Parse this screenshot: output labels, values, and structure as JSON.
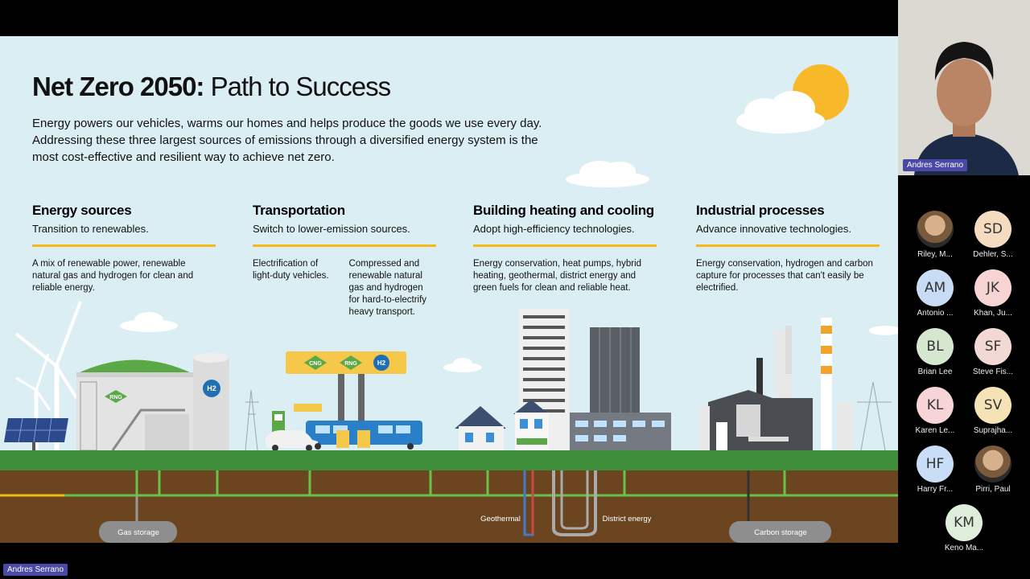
{
  "slide": {
    "title_bold": "Net Zero 2050:",
    "title_rest": " Path to Success",
    "intro": "Energy powers our vehicles, warms our homes and helps produce the goods we use every day. Addressing these three largest sources of emissions through a diversified energy system is the most cost-effective and resilient way to achieve net zero.",
    "columns": [
      {
        "title": "Energy sources",
        "subtitle": "Transition to renewables.",
        "body": "A mix of renewable power, renewable natural gas and hydrogen for clean and reliable energy."
      },
      {
        "title": "Transportation",
        "subtitle": "Switch to lower-emission sources.",
        "body": "Electrification of light-duty vehicles.",
        "body2": "Compressed and renewable natural gas and hydrogen for hard-to-electrify heavy transport."
      },
      {
        "title": "Building heating and cooling",
        "subtitle": "Adopt high-efficiency technologies.",
        "body": "Energy conservation, heat pumps, hybrid heating, geothermal, district energy and green fuels for clean and reliable heat."
      },
      {
        "title": "Industrial processes",
        "subtitle": "Advance innovative technologies.",
        "body": "Energy conservation, hydrogen and carbon capture for processes that can't easily be electrified."
      }
    ],
    "labels": {
      "rng": "RNG",
      "cng": "CNG",
      "h2": "H2",
      "gas_storage": "Gas storage",
      "geothermal": "Geothermal",
      "district_energy": "District energy",
      "carbon_storage": "Carbon storage"
    }
  },
  "presenter": {
    "name": "Andres Serrano",
    "bottom_name": "Andres Serrano"
  },
  "participants": [
    {
      "initials": "",
      "name": "Riley, M...",
      "color": "#c9b08a",
      "photo": true
    },
    {
      "initials": "SD",
      "name": "Dehler, S...",
      "color": "#f5dcc0"
    },
    {
      "initials": "AM",
      "name": "Antonio ...",
      "color": "#c8dcf5"
    },
    {
      "initials": "JK",
      "name": "Khan, Ju...",
      "color": "#f7d4d4"
    },
    {
      "initials": "BL",
      "name": "Brian Lee",
      "color": "#d6e7cf"
    },
    {
      "initials": "SF",
      "name": "Steve Fis...",
      "color": "#f3d9d3"
    },
    {
      "initials": "KL",
      "name": "Karen Le...",
      "color": "#f6d4d7"
    },
    {
      "initials": "SV",
      "name": "Suprajha...",
      "color": "#f5e3b6"
    },
    {
      "initials": "HF",
      "name": "Harry Fr...",
      "color": "#c9def6"
    },
    {
      "initials": "",
      "name": "Pirri, Paul",
      "color": "#ffffff",
      "photo": true
    },
    {
      "initials": "KM",
      "name": "Keno Ma...",
      "color": "#dfeeda"
    }
  ]
}
